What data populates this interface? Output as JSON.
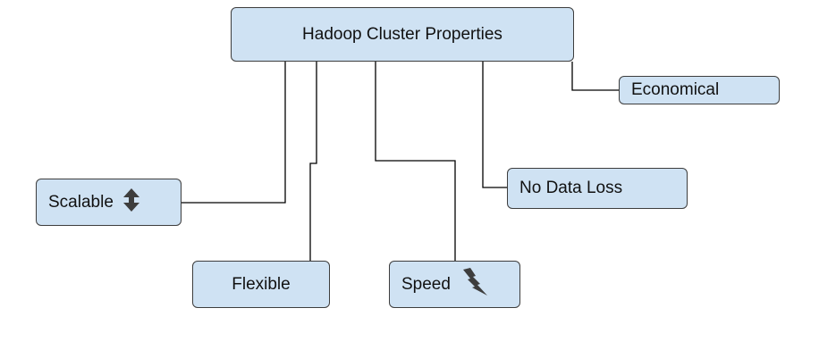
{
  "diagram": {
    "root": {
      "label": "Hadoop Cluster Properties"
    },
    "properties": [
      {
        "id": "economical",
        "label": "Economical",
        "icon": null
      },
      {
        "id": "no-data-loss",
        "label": "No Data Loss",
        "icon": null
      },
      {
        "id": "scalable",
        "label": "Scalable",
        "icon": "up-down-arrow-icon"
      },
      {
        "id": "flexible",
        "label": "Flexible",
        "icon": null
      },
      {
        "id": "speed",
        "label": "Speed",
        "icon": "lightning-bolt-icon"
      }
    ]
  },
  "colors": {
    "node_fill": "#cfe2f3",
    "node_border": "#3d3d3d",
    "connector": "#000000",
    "icon": "#3d3d3d",
    "text": "#111111"
  }
}
